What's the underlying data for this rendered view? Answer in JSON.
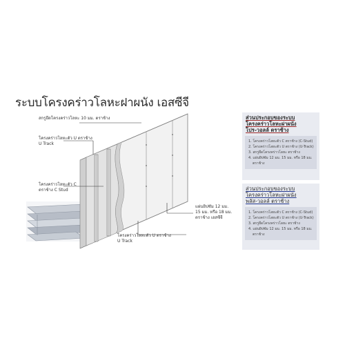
{
  "title": "ระบบโครงคร่าวโลหะฝาผนัง เอสซีจี",
  "callouts": {
    "screw": "สกรูยึดโครงคร่าวโลหะ 10 มม. ตราช้าง",
    "u_track_top_1": "โครงคร่าวโลหะตัว U ตราช้าง",
    "u_track_top_2": "U Track",
    "c_stud_1": "โครงคร่าวโลหะตัว C",
    "c_stud_2": "ตราช้าง C Stud",
    "board_1": "แผ่นยิปซัม 12 มม.",
    "board_2": "15 มม. หรือ 18 มม.",
    "board_3": "ตราช้าง เอสซีจี",
    "u_track_bottom_1": "โครงคร่าวโลหะตัว U ตราช้าง",
    "u_track_bottom_2": "U Track"
  },
  "panel1": {
    "title_1": "ส่วนประกอบของระบบ",
    "title_2": "โครงคร่าวโลหะฝาผนัง",
    "title_3": "โปร-วอลล์ ตราช้าง",
    "accent": "#9e2a2a",
    "items": [
      "1. โครงคร่าวโลหะตัว C ตราช้าง (C-Stud)",
      "2. โครงคร่าวโลหะตัว U ตราช้าง (U-Track)",
      "3. สกรูยึดโครงคร่าวโลหะ ตราช้าง",
      "4. แผ่นยิปซัม 12 มม. 15 มม. หรือ 18 มม.",
      "ตราช้าง"
    ]
  },
  "panel2": {
    "title_1": "ส่วนประกอบของระบบ",
    "title_2": "โครงคร่าวโลหะฝาผนัง",
    "title_3": "พลัส-วอลล์ ตราช้าง",
    "accent": "#23378c",
    "items": [
      "1. โครงคร่าวโลหะตัว C ตราช้าง (C-Stud)",
      "2. โครงคร่าวโลหะตัว U ตราช้าง (U-Track)",
      "3. สกรูยึดโครงคร่าวโลหะ ตราช้าง",
      "4. แผ่นยิปซัม 12 มม. 15 มม. หรือ 18 มม.",
      "ตราช้าง"
    ]
  }
}
